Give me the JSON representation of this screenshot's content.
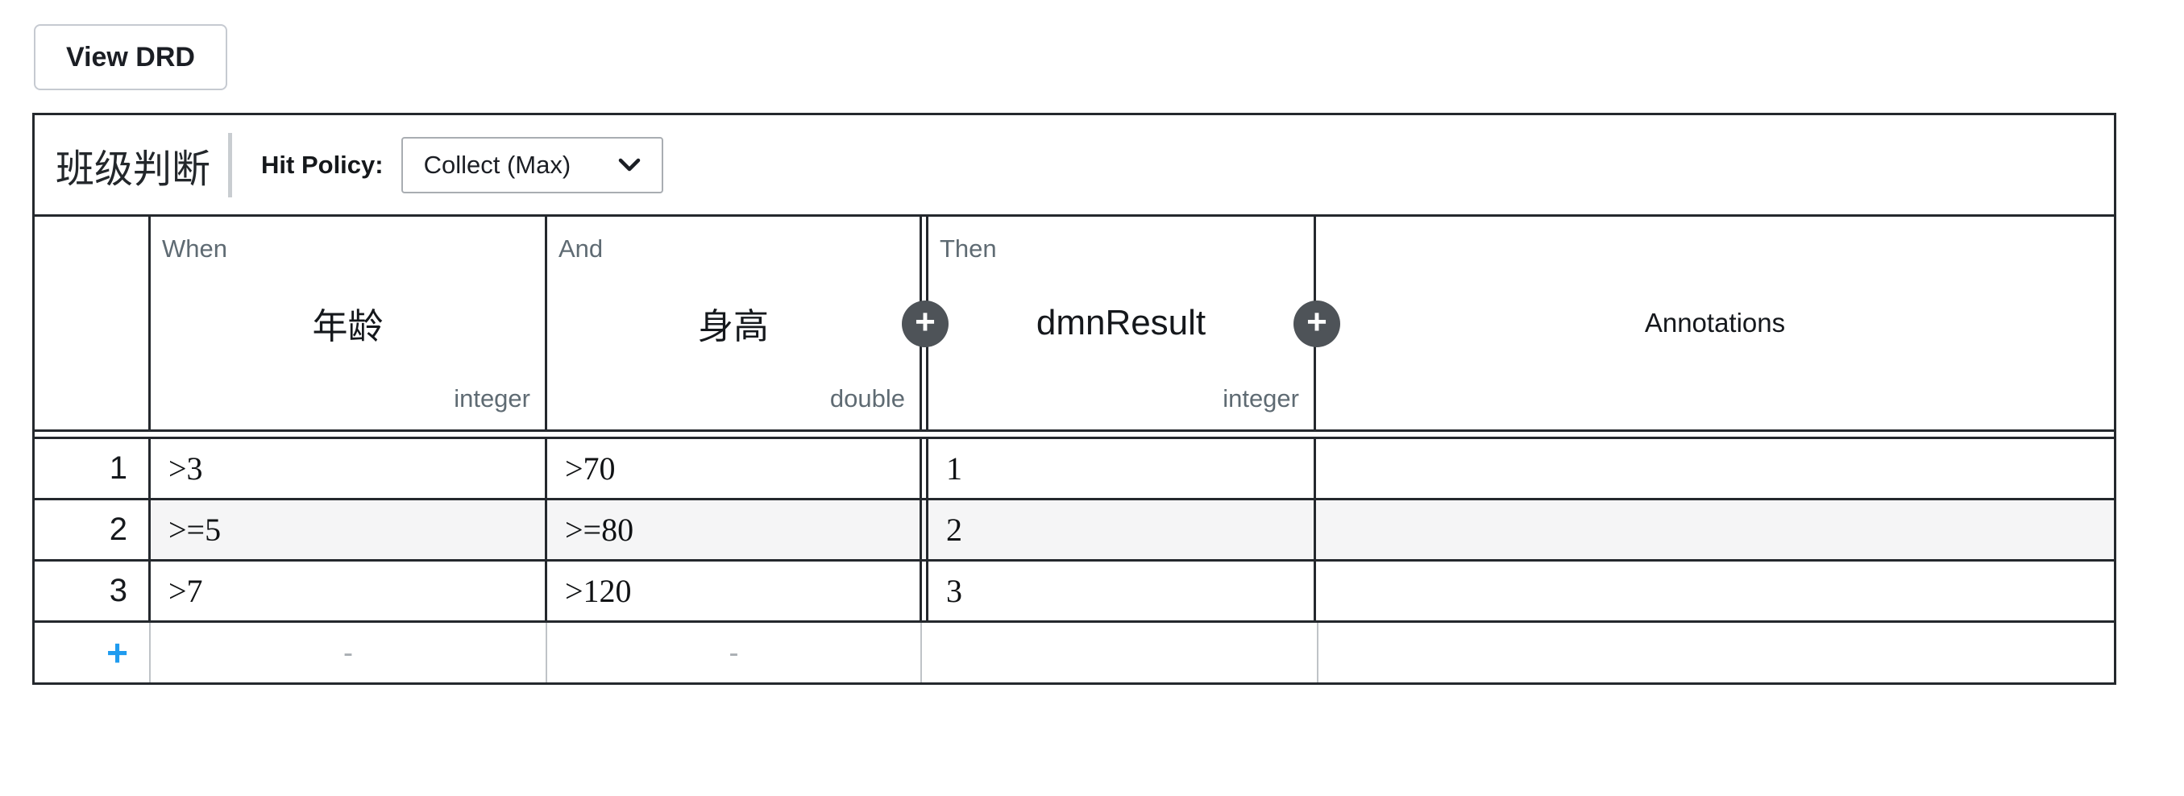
{
  "toolbar": {
    "view_drd_button": "View DRD"
  },
  "decision_table": {
    "title": "班级判断",
    "hit_policy_label": "Hit Policy:",
    "hit_policy_selected": "Collect (Max)",
    "columns": [
      {
        "clause": "When",
        "name": "年龄",
        "type": "integer",
        "kind": "input"
      },
      {
        "clause": "And",
        "name": "身高",
        "type": "double",
        "kind": "input"
      },
      {
        "clause": "Then",
        "name": "dmnResult",
        "type": "integer",
        "kind": "output"
      },
      {
        "clause": "",
        "name": "Annotations",
        "type": "",
        "kind": "annotation"
      }
    ],
    "rows": [
      {
        "num": "1",
        "values": [
          ">3",
          ">70",
          "1",
          ""
        ]
      },
      {
        "num": "2",
        "values": [
          ">=5",
          ">=80",
          "2",
          ""
        ]
      },
      {
        "num": "3",
        "values": [
          ">7",
          ">120",
          "3",
          ""
        ]
      }
    ],
    "footer": {
      "add_row_glyph": "+",
      "empty_cell_dash": "-"
    }
  },
  "icons": {
    "plus_glyph": "+",
    "chevron_down": "chevron-down"
  },
  "colors": {
    "border_dark": "#24282d",
    "border_light": "#bfc3c7",
    "stripe_row_bg": "#f5f5f6",
    "header_label_gray": "#5f6b73",
    "badge_bg": "#4e5358",
    "accent_blue": "#1f9bef",
    "text_dark": "#15181c",
    "button_border": "#c6cad1",
    "select_border": "#a9adb2",
    "dash_gray": "#a8adb2",
    "divider_gray": "#c9cdd1"
  }
}
